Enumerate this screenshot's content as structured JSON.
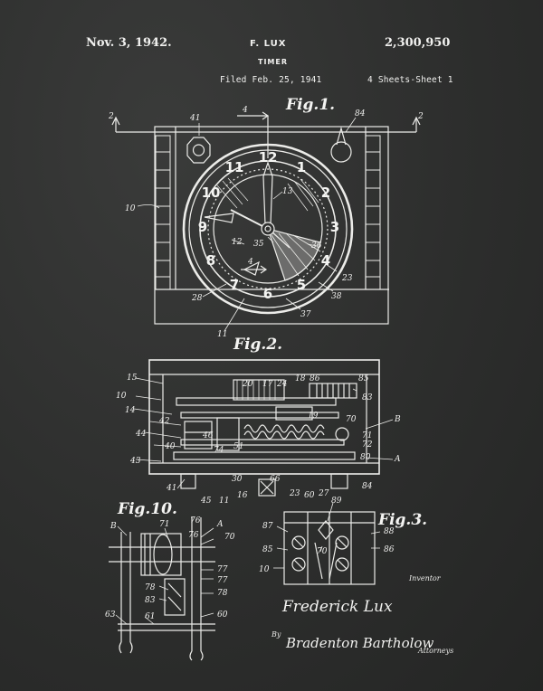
{
  "header": {
    "date": "Nov. 3, 1942.",
    "inventor": "F. LUX",
    "title": "TIMER",
    "patent_number": "2,300,950",
    "filed": "Filed Feb. 25, 1941",
    "sheets": "4 Sheets-Sheet 1"
  },
  "figures": {
    "fig1": "Fig.1.",
    "fig2": "Fig.2.",
    "fig3": "Fig.3.",
    "fig10": "Fig.10."
  },
  "dial_numbers": [
    "12",
    "1",
    "2",
    "3",
    "4",
    "5",
    "6",
    "7",
    "8",
    "9",
    "10",
    "11"
  ],
  "fig1_labels": {
    "section_left": "2",
    "section_right": "2",
    "section_top": "4",
    "section_mid": "4",
    "l41": "41",
    "l84": "84",
    "l10": "10",
    "l13": "13",
    "l12": "12",
    "l35": "35",
    "l36": "36",
    "l23": "23",
    "l38": "38",
    "l28": "28",
    "l37": "37",
    "l11": "11"
  },
  "fig2_labels": {
    "l15": "15",
    "l10": "10",
    "l14": "14",
    "l42": "42",
    "l44": "44",
    "l40": "40",
    "l43": "43",
    "l41": "41",
    "l45": "45",
    "l11": "11",
    "l16": "16",
    "l30": "30",
    "l66": "66",
    "l23": "23",
    "l60": "60",
    "l27": "27",
    "l84": "84",
    "l20": "20",
    "l17": "17",
    "l24": "24",
    "l18": "18",
    "l86": "86",
    "l85": "85",
    "l83": "83",
    "l70": "70",
    "l19": "19",
    "lB": "B",
    "l71": "71",
    "l72": "72",
    "l80": "80",
    "lA": "A",
    "l46": "46",
    "l74": "74",
    "l51": "51"
  },
  "fig10_labels": {
    "lB": "B",
    "l71": "71",
    "l76": "76",
    "l76a": "76",
    "lA": "A",
    "l70": "70",
    "l77": "77",
    "l77a": "77",
    "l78a": "78",
    "l83": "83",
    "l78": "78",
    "l63": "63",
    "l61": "61",
    "l60": "60"
  },
  "fig3_labels": {
    "l89": "89",
    "l87": "87",
    "l88": "88",
    "l85": "85",
    "l70": "70",
    "l86": "86",
    "l10": "10"
  },
  "signature": {
    "inventor_label": "Inventor",
    "inventor_name": "Frederick Lux",
    "by": "By",
    "attorney_name": "Bradenton Bartholow",
    "attorneys_label": "Attorneys"
  }
}
